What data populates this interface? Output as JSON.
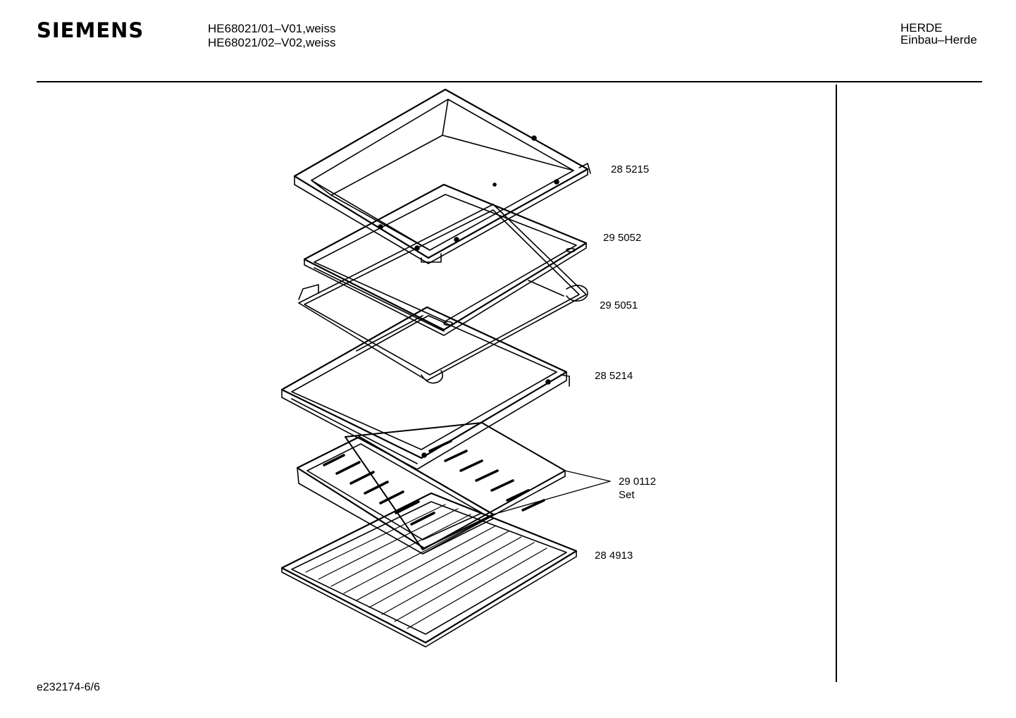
{
  "header": {
    "brand": "SIEMENS",
    "models": [
      "HE68021/01–V01,weiss",
      "HE68021/02–V02,weiss"
    ],
    "category": "HERDE",
    "subcategory": "Einbau–Herde"
  },
  "parts": [
    {
      "number": "28 5215",
      "sub": ""
    },
    {
      "number": "29 5052",
      "sub": ""
    },
    {
      "number": "29 5051",
      "sub": ""
    },
    {
      "number": "28 5214",
      "sub": ""
    },
    {
      "number": "29 0112",
      "sub": "Set"
    },
    {
      "number": "28 4913",
      "sub": ""
    }
  ],
  "footer": {
    "doc_id": "e232174-6/6"
  }
}
